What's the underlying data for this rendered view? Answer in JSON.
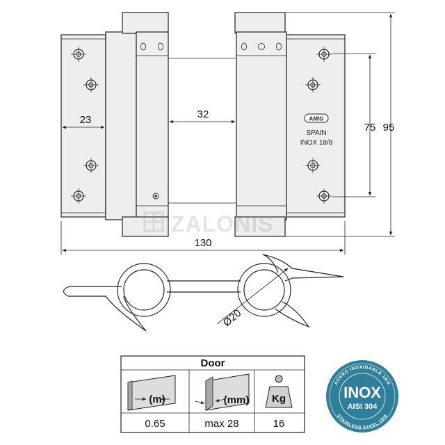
{
  "dimensions": {
    "leaf_width": "23",
    "gap": "32",
    "hole_span": "75",
    "total_height": "95",
    "total_width": "130",
    "diameter": "Ø20"
  },
  "marking": {
    "origin": "SPAIN",
    "material": "INOX 18/8",
    "logo_text": "AMIG"
  },
  "watermark": "ZALONIS",
  "spec_table": {
    "header": "Door",
    "columns": [
      {
        "icon": "door-height-icon",
        "unit": "(m)",
        "value": "0.65"
      },
      {
        "icon": "door-thickness-icon",
        "unit": "(mm)",
        "value": "max 28"
      },
      {
        "icon": "weight-icon",
        "unit": "Kg",
        "value": "16"
      }
    ]
  },
  "badge": {
    "title": "INOX",
    "subtitle": "AISI 304",
    "ring_top": "ACERO INOXIDABLE 18/8",
    "ring_bottom": "STAINLESS STEEL 18/8"
  }
}
